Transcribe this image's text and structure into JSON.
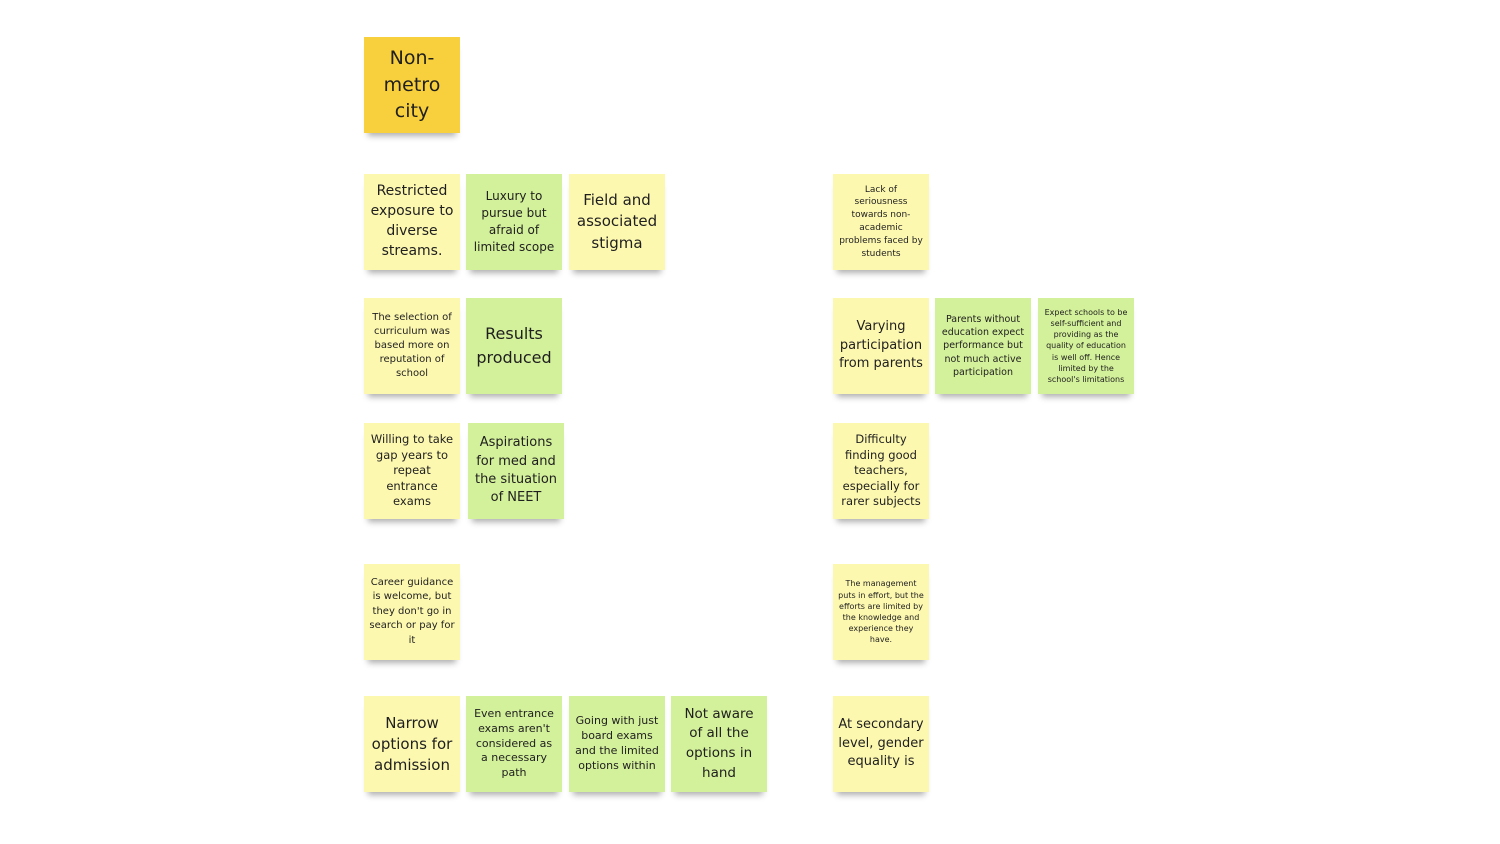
{
  "colors": {
    "yellow": "#fdf8b0",
    "green": "#d3f09a",
    "orange": "#f8cf3c",
    "background": "#ffffff"
  },
  "title_note": {
    "text": "Non-\nmetro\ncity",
    "color": "orange"
  },
  "notes": [
    {
      "id": "restricted-exposure",
      "color": "yellow",
      "text": "Restricted exposure to diverse streams."
    },
    {
      "id": "luxury-to-pursue",
      "color": "green",
      "text": "Luxury to pursue but afraid of limited scope"
    },
    {
      "id": "field-stigma",
      "color": "yellow",
      "text": "Field and associated stigma"
    },
    {
      "id": "lack-of-seriousness",
      "color": "yellow",
      "text": "Lack of seriousness towards non-academic problems faced by students"
    },
    {
      "id": "curriculum-selection",
      "color": "yellow",
      "text": "The selection of curriculum was based more on reputation of school"
    },
    {
      "id": "results-produced",
      "color": "green",
      "text": "Results produced"
    },
    {
      "id": "varying-participation",
      "color": "yellow",
      "text": "Varying participation from parents"
    },
    {
      "id": "parents-without-education",
      "color": "green",
      "text": "Parents without education expect performance but not much active participation"
    },
    {
      "id": "expect-schools",
      "color": "green",
      "text": "Expect schools to be self-sufficient and providing as the quality of education is well off. Hence limited by the school's limitations"
    },
    {
      "id": "gap-years",
      "color": "yellow",
      "text": "Willing to take gap years to repeat entrance exams"
    },
    {
      "id": "aspirations-med",
      "color": "green",
      "text": "Aspirations for med and the situation of NEET"
    },
    {
      "id": "difficulty-teachers",
      "color": "yellow",
      "text": "Difficulty finding good teachers, especially for rarer subjects"
    },
    {
      "id": "career-guidance",
      "color": "yellow",
      "text": "Career guidance is welcome, but they don't go in search or pay for it"
    },
    {
      "id": "management-effort",
      "color": "yellow",
      "text": "The management puts in effort, but the efforts are limited by the knowledge and experience they have."
    },
    {
      "id": "narrow-options",
      "color": "yellow",
      "text": "Narrow options for admission"
    },
    {
      "id": "entrance-not-necessary",
      "color": "green",
      "text": "Even entrance exams aren't considered as a necessary path"
    },
    {
      "id": "board-exams-only",
      "color": "green",
      "text": "Going with just board exams and the limited options within"
    },
    {
      "id": "not-aware-options",
      "color": "green",
      "text": "Not aware of all the options in hand"
    },
    {
      "id": "gender-equality",
      "color": "yellow",
      "text": "At secondary level, gender equality is"
    }
  ]
}
